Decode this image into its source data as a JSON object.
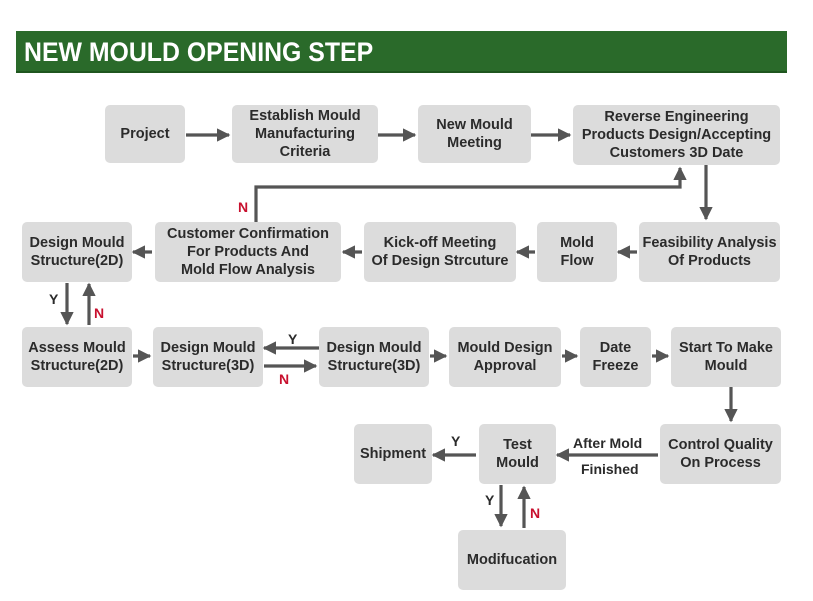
{
  "header": {
    "title": "NEW MOULD OPENING STEP"
  },
  "colors": {
    "banner": "#2a6a2a",
    "box": "#dcdcdc",
    "arrow": "#555555",
    "no_label": "#c8102e"
  },
  "nodes": {
    "project": "Project",
    "establish_criteria": "Establish Mould\nManufacturing\nCriteria",
    "new_mould_meeting": "New Mould\nMeeting",
    "reverse_engineering": "Reverse Engineering\nProducts Design/Accepting\nCustomers 3D Date",
    "design_structure_2d": "Design Mould\nStructure(2D)",
    "customer_confirmation": "Customer Confirmation\nFor Products And\nMold Flow Analysis",
    "kickoff_meeting": "Kick-off Meeting\nOf Design Strcuture",
    "mold_flow": "Mold\nFlow",
    "feasibility_analysis": "Feasibility Analysis\nOf Products",
    "assess_structure_2d": "Assess Mould\nStructure(2D)",
    "design_structure_3d_a": "Design Mould\nStructure(3D)",
    "design_structure_3d_b": "Design Mould\nStructure(3D)",
    "design_approval": "Mould Design\nApproval",
    "date_freeze": "Date\nFreeze",
    "start_to_make": "Start To Make\nMould",
    "shipment": "Shipment",
    "test_mould": "Test\nMould",
    "control_quality": "Control Quality\nOn Process",
    "modification": "Modifucation"
  },
  "edge_labels": {
    "confirmation_no": "N",
    "yes_2d": "Y",
    "no_2d": "N",
    "yes_3d": "Y",
    "no_3d": "N",
    "after_mold_finished_1": "After Mold",
    "after_mold_finished_2": "Finished",
    "shipment_yes": "Y",
    "modification_yes": "Y",
    "modification_no": "N"
  }
}
